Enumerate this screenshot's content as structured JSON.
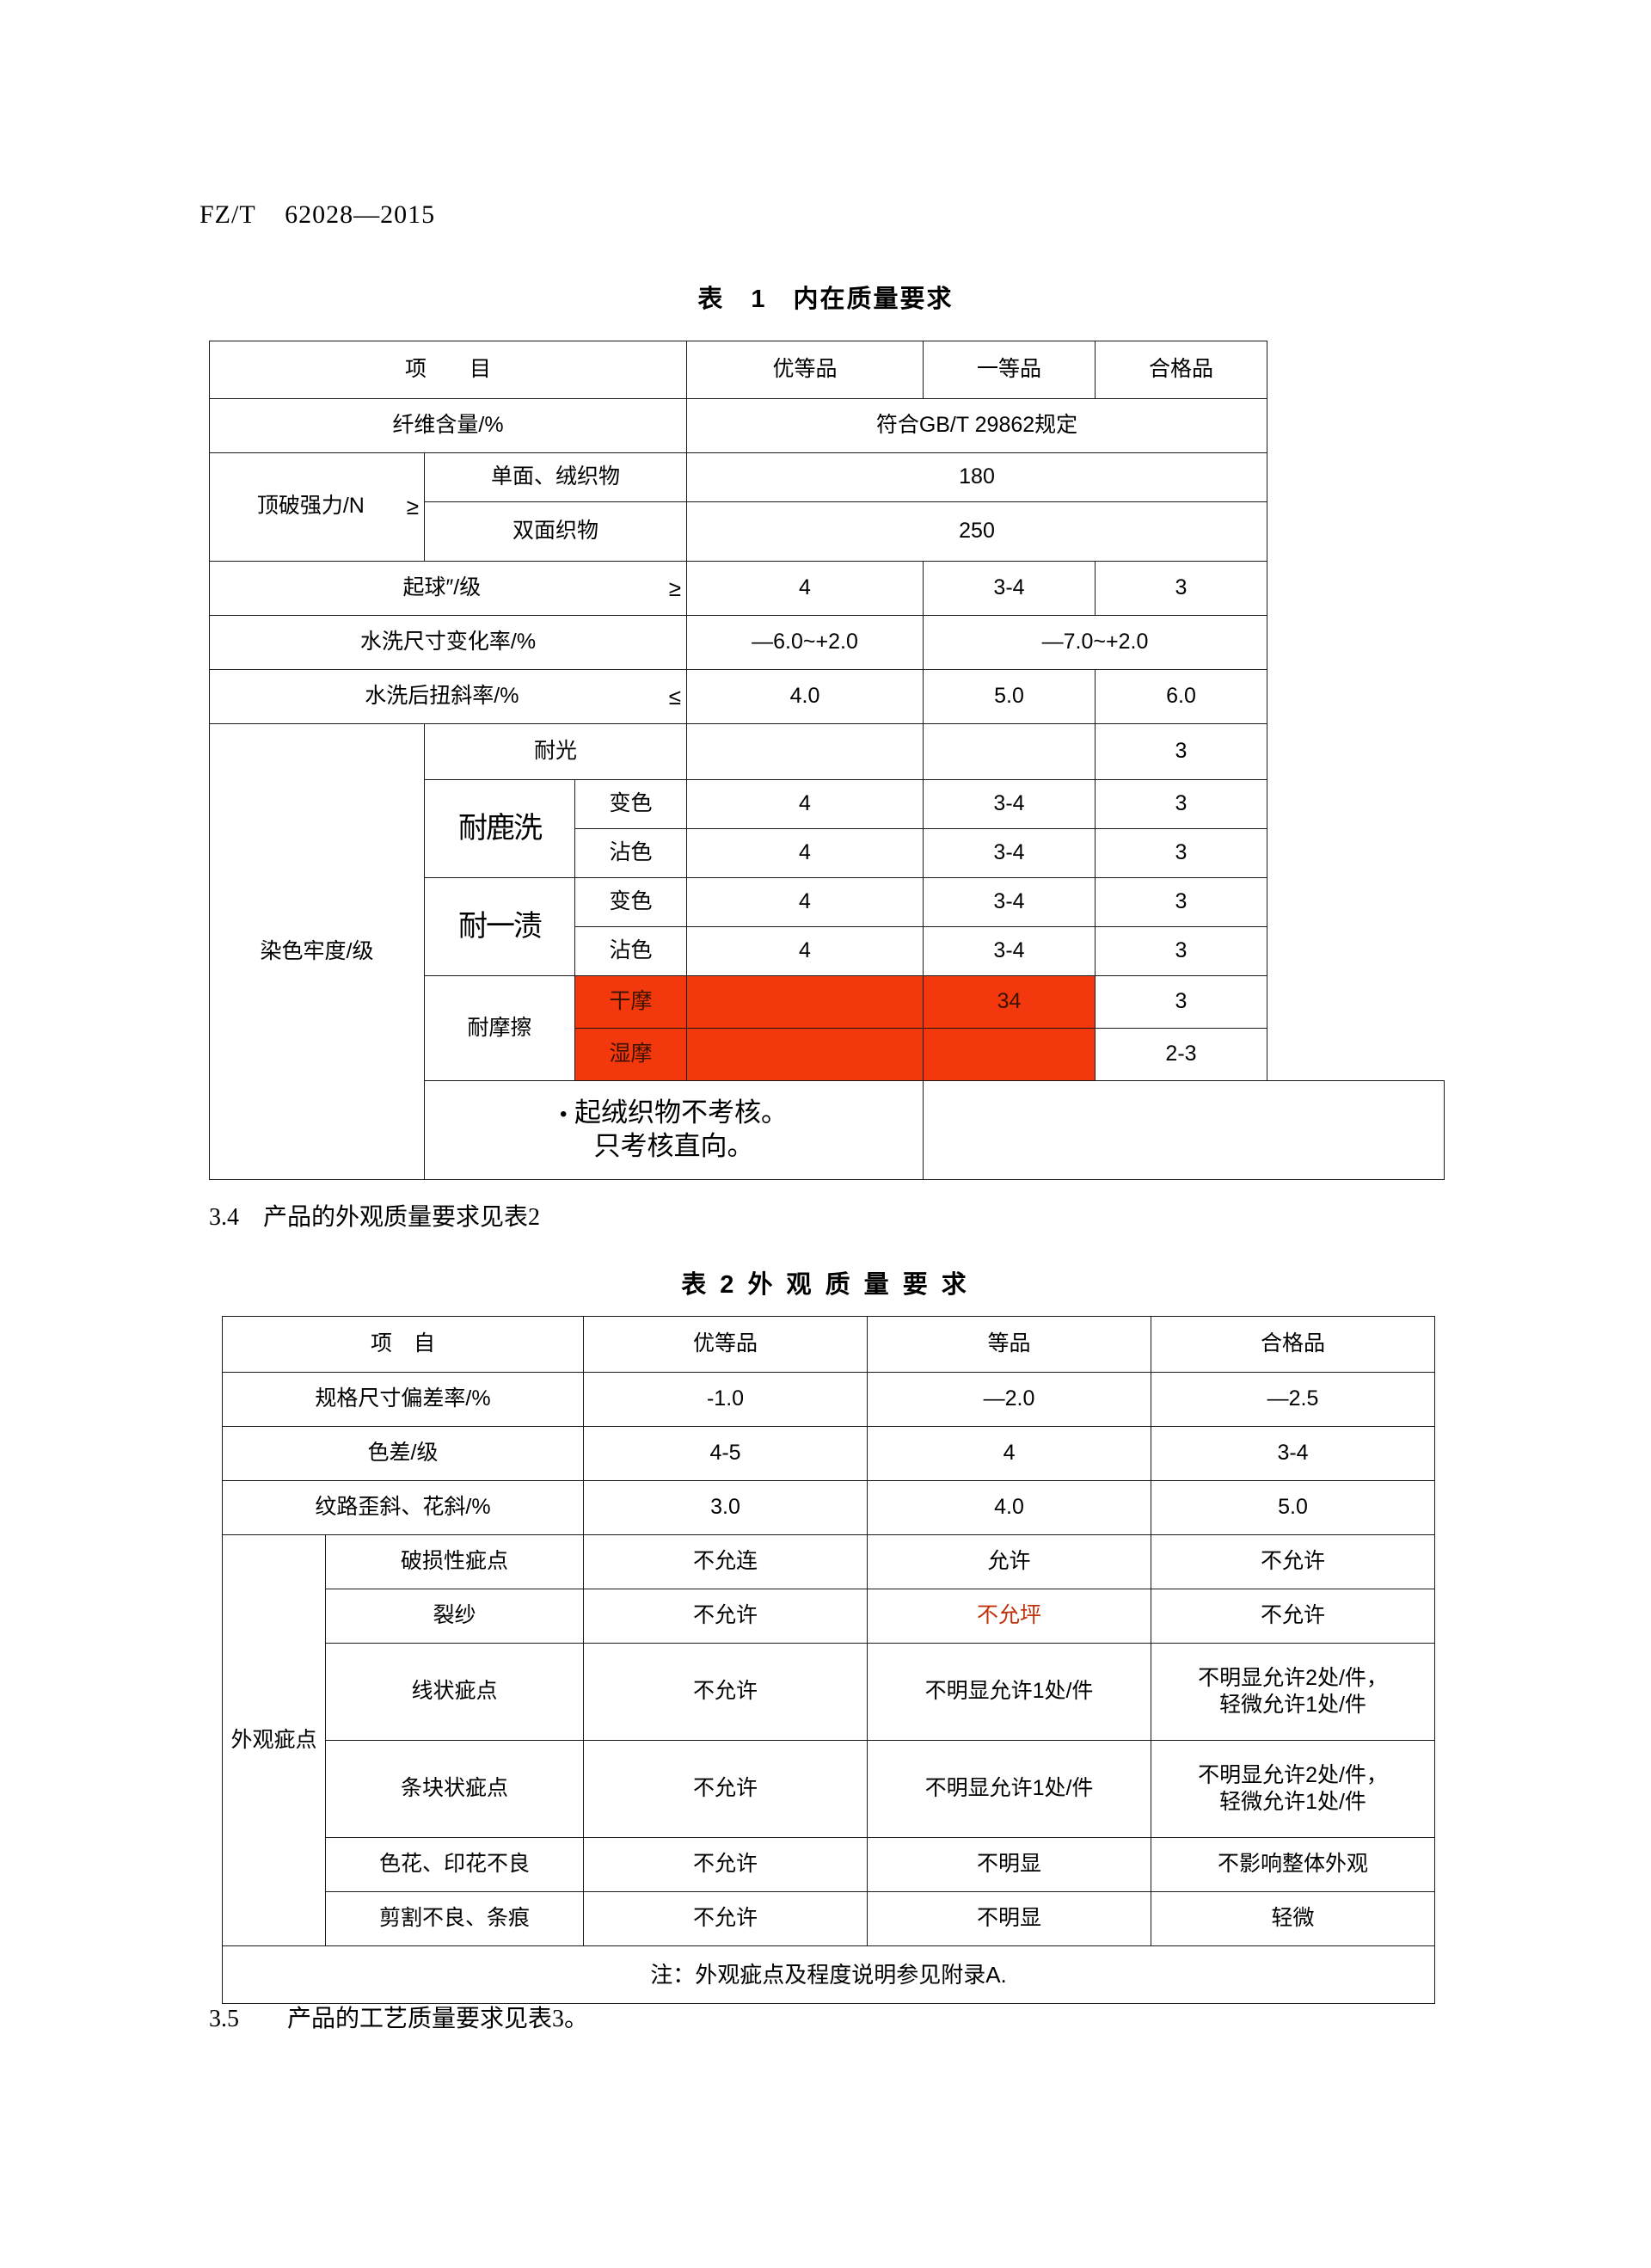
{
  "document": {
    "header": "FZ/T    62028—2015"
  },
  "table1": {
    "title": "表　1　内在质量要求",
    "headers": [
      "项　　目",
      "优等品",
      "一等品",
      "合格品"
    ],
    "rows": {
      "fiber_label": "纤维含量/%",
      "fiber_value": "符合GB/T  29862规定",
      "burst_label": "顶破强力/N",
      "burst_ge": "≥",
      "burst_sub1": "单面、绒织物",
      "burst_val1": "180",
      "burst_sub2": "双面织物",
      "burst_val2": "250",
      "pilling_label": "起球″/级",
      "pilling_ge": "≥",
      "pilling_v1": "4",
      "pilling_v2": "3-4",
      "pilling_v3": "3",
      "wash_dim_label": "水洗尺寸变化率/%",
      "wash_dim_v1": "—6.0~+2.0",
      "wash_dim_v2": "—7.0~+2.0",
      "skew_label": "水洗后扭斜率/%",
      "skew_le": "≤",
      "skew_v1": "4.0",
      "skew_v2": "5.0",
      "skew_v3": "6.0",
      "fastness_label": "染色牢度/级",
      "light_label": "耐光",
      "light_v1": "",
      "light_v2": "",
      "light_v3": "3",
      "wash_group": "耐鹿洗",
      "wash_change": "变色",
      "wash_change_v1": "4",
      "wash_change_v2": "3-4",
      "wash_change_v3": "3",
      "wash_stain": "沾色",
      "wash_stain_v1": "4",
      "wash_stain_v2": "3-4",
      "wash_stain_v3": "3",
      "persp_group": "耐一渍",
      "persp_change": "变色",
      "persp_change_v1": "4",
      "persp_change_v2": "3-4",
      "persp_change_v3": "3",
      "persp_stain": "沾色",
      "persp_stain_v1": "4",
      "persp_stain_v2": "3-4",
      "persp_stain_v3": "3",
      "rub_group": "耐摩擦",
      "rub_dry": "干摩",
      "rub_dry_v1": "",
      "rub_dry_v2": "34",
      "rub_dry_v3": "3",
      "rub_wet": "湿摩",
      "rub_wet_v1": "",
      "rub_wet_v2": "",
      "rub_wet_v3": "2-3",
      "footnote_bullet": "•",
      "footnote_line1": "起绒织物不考核。",
      "footnote_line2": "只考核直向。"
    },
    "highlight_color": "#F2380C"
  },
  "section_3_4": "3.4　产品的外观质量要求见表2",
  "table2": {
    "title": "表 2 外 观 质 量 要 求",
    "headers": [
      "项　自",
      "优等品",
      "等品",
      "合格品"
    ],
    "rows": [
      {
        "label": "规格尺寸偏差率/%",
        "v1": "-1.0",
        "v2": "—2.0",
        "v3": "—2.5"
      },
      {
        "label": "色差/级",
        "v1": "4-5",
        "v2": "4",
        "v3": "3-4"
      },
      {
        "label": "纹路歪斜、花斜/%",
        "v1": "3.0",
        "v2": "4.0",
        "v3": "5.0"
      }
    ],
    "defects_label": "外观疵点",
    "defects": [
      {
        "label": "破损性疵点",
        "v1": "不允连",
        "v2": "允许",
        "v3": "不允许"
      },
      {
        "label": "裂纱",
        "v1": "不允许",
        "v2": "不允坪",
        "v2_red_tail": "坪",
        "v3": "不允许"
      },
      {
        "label": "线状疵点",
        "v1": "不允许",
        "v2": "不明显允许1处/件",
        "v3_line1": "不明显允许2处/件，",
        "v3_line2": "轻微允许1处/件"
      },
      {
        "label": "条块状疵点",
        "v1": "不允许",
        "v2": "不明显允许1处/件",
        "v3_line1": "不明显允许2处/件，",
        "v3_line2": "轻微允许1处/件"
      },
      {
        "label": "色花、印花不良",
        "v1": "不允许",
        "v2": "不明显",
        "v3": "不影响整体外观"
      },
      {
        "label": "剪割不良、条痕",
        "v1": "不允许",
        "v2": "不明显",
        "v3": "轻微"
      }
    ],
    "note": "注：外观疵点及程度说明参见附录A."
  },
  "section_3_5": "3.5　　产品的工艺质量要求见表3。"
}
